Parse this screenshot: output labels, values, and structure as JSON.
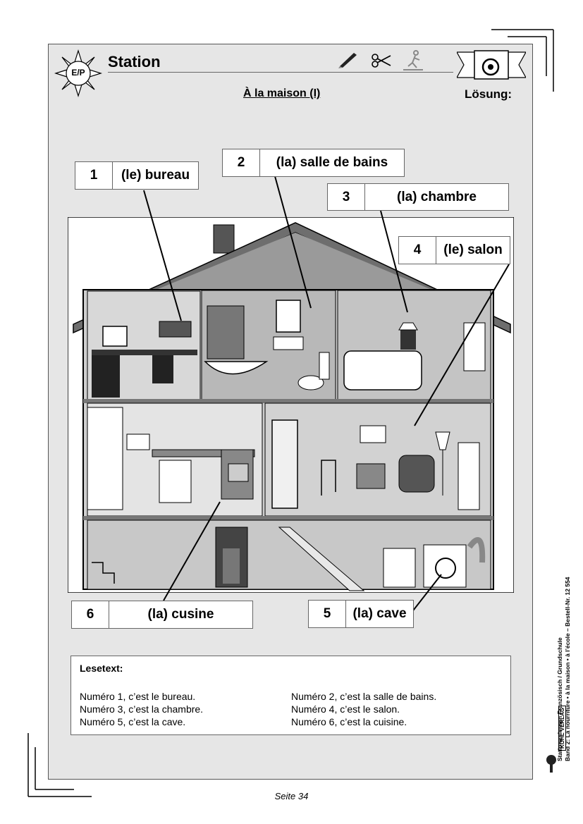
{
  "header": {
    "badge": "E/P",
    "title": "Station",
    "subtitle": "À la maison (I)",
    "solution_label": "Lösung:"
  },
  "labels": [
    {
      "num": "1",
      "text": "(le) bureau"
    },
    {
      "num": "2",
      "text": "(la) salle de bains"
    },
    {
      "num": "3",
      "text": "(la) chambre"
    },
    {
      "num": "4",
      "text": "(le) salon"
    },
    {
      "num": "5",
      "text": "(la) cave"
    },
    {
      "num": "6",
      "text": "(la) cusine"
    }
  ],
  "lesetext": {
    "title": "Lesetext:",
    "lines": [
      "Numéro 1, c’est le bureau.",
      "Numéro 2, c’est la salle de bains.",
      "Numéro 3, c’est la chambre.",
      "Numéro 4, c’est le salon.",
      "Numéro 5, c’est la cave.",
      "Numéro 6, c’est la cuisine."
    ]
  },
  "footer": "Seite 34",
  "sidebar": {
    "line1": "Stationenlernen Französisch / Grundschule",
    "line2": "Band 2: La nourriture • à la maison • à l’école  –   Bestell-Nr. 12 554",
    "publisher": "KOHL VERLAG"
  }
}
